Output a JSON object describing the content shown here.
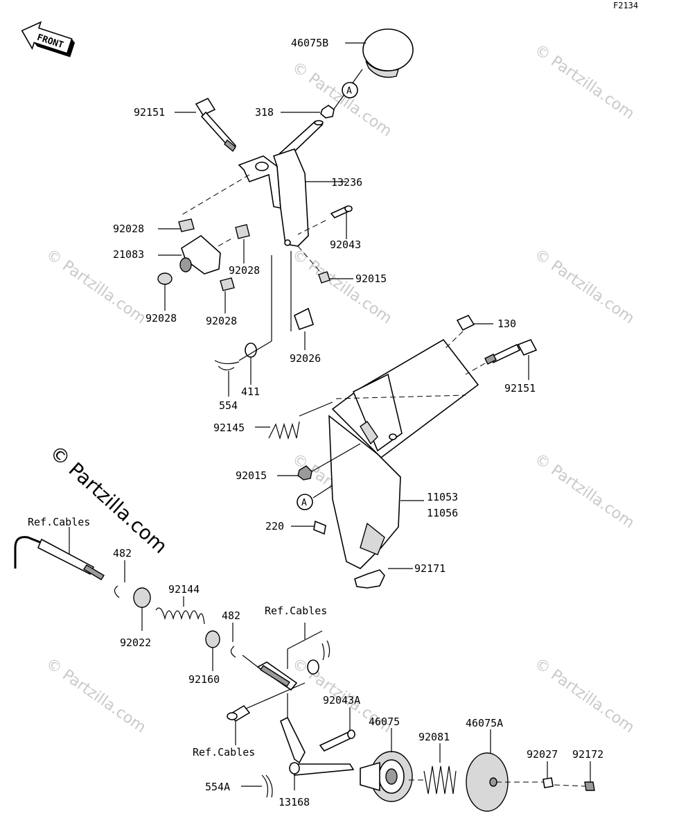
{
  "diagram_code": "F2134",
  "front_label": "FRONT",
  "watermark": "© Partzilla.com",
  "callout_letter": "A",
  "labels": {
    "p46075B": "46075B",
    "p318": "318",
    "p92151_top": "92151",
    "p13236": "13236",
    "p92028_a": "92028",
    "p21083": "21083",
    "p92028_b": "92028",
    "p92028_c": "92028",
    "p92028_d": "92028",
    "p92043": "92043",
    "p92015_top": "92015",
    "p92026": "92026",
    "p554": "554",
    "p411": "411",
    "p130": "130",
    "p92151_right": "92151",
    "p92145": "92145",
    "p92015_mid": "92015",
    "p11053": "11053",
    "p11056": "11056",
    "p220": "220",
    "p92171": "92171",
    "ref_cables_left": "Ref.Cables",
    "p482_left": "482",
    "p92144": "92144",
    "p92022": "92022",
    "p482_mid": "482",
    "p92160": "92160",
    "ref_cables_mid": "Ref.Cables",
    "p92043A": "92043A",
    "p46075": "46075",
    "p92081": "92081",
    "p46075A": "46075A",
    "p92027": "92027",
    "p92172": "92172",
    "ref_cables_bottom": "Ref.Cables",
    "p554A": "554A",
    "p13168": "13168"
  }
}
